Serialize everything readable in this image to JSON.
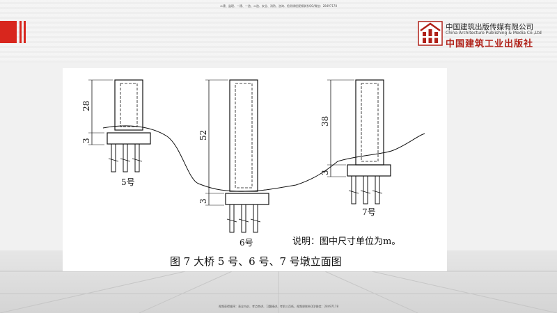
{
  "header": {
    "note": "二建、监理、一建、一造、二造、安全、消防、咨询、检测课程视频联系QQ/微信：28497178"
  },
  "footer": {
    "note": "视频获得顺序：表全内训、考点串讲、习题精讲、考前三页纸，视频课联系QQ/微信：28497178"
  },
  "logo": {
    "name_cn": "中国建筑出版传媒有限公司",
    "name_en": "China Architecture Publishing & Media Co.,Ltd",
    "name_calligraphy": "中国建筑工业出版社"
  },
  "figure": {
    "caption": "图 7    大桥 5 号、6 号、7 号墩立面图",
    "note": "说明：图中尺寸单位为m。",
    "piers": [
      {
        "label": "5号",
        "dim_upper": "28",
        "dim_lower": "3"
      },
      {
        "label": "6号",
        "dim_upper": "52",
        "dim_lower": "3"
      },
      {
        "label": "7号",
        "dim_upper": "38",
        "dim_lower": "3"
      }
    ]
  },
  "colors": {
    "accent_red": "#d8261d",
    "logo_red": "#b02018"
  }
}
